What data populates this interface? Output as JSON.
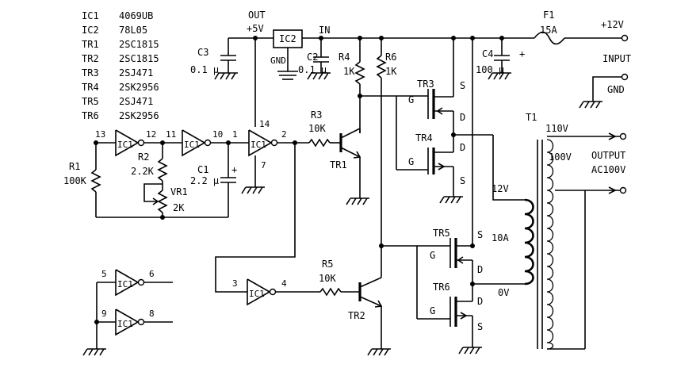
{
  "parts_list": [
    {
      "ref": "IC1",
      "part": "4069UB"
    },
    {
      "ref": "IC2",
      "part": "78L05"
    },
    {
      "ref": "TR1",
      "part": "2SC1815"
    },
    {
      "ref": "TR2",
      "part": "2SC1815"
    },
    {
      "ref": "TR3",
      "part": "2SJ471"
    },
    {
      "ref": "TR4",
      "part": "2SK2956"
    },
    {
      "ref": "TR5",
      "part": "2SJ471"
    },
    {
      "ref": "TR6",
      "part": "2SK2956"
    }
  ],
  "ic1_label": "IC1",
  "ic2": {
    "ref": "IC2",
    "out": "OUT",
    "v5": "+5V",
    "gnd": "GND",
    "in": "IN"
  },
  "pins": {
    "p13": "13",
    "p12": "12",
    "p11": "11",
    "p10": "10",
    "p1": "1",
    "p2": "2",
    "p14": "14",
    "p7": "7",
    "p3": "3",
    "p4": "4",
    "p5": "5",
    "p6": "6",
    "p9": "9",
    "p8": "8"
  },
  "components": {
    "c3": {
      "ref": "C3",
      "value": "0.1 μ"
    },
    "c2": {
      "ref": "C2",
      "value": "0.1 μ"
    },
    "c1": {
      "ref": "C1",
      "value": "2.2 μ"
    },
    "c4": {
      "ref": "C4",
      "value": "100 μ"
    },
    "r1": {
      "ref": "R1",
      "value": "100K"
    },
    "r2": {
      "ref": "R2",
      "value": "2.2K"
    },
    "r3": {
      "ref": "R3",
      "value": "10K"
    },
    "r4": {
      "ref": "R4",
      "value": "1K"
    },
    "r5": {
      "ref": "R5",
      "value": "10K"
    },
    "r6": {
      "ref": "R6",
      "value": "1K"
    },
    "vr1": {
      "ref": "VR1",
      "value": "2K"
    },
    "f1": {
      "ref": "F1",
      "value": "15A"
    },
    "t1": {
      "ref": "T1"
    }
  },
  "transistors": {
    "tr1": "TR1",
    "tr2": "TR2",
    "tr3": "TR3",
    "tr4": "TR4",
    "tr5": "TR5",
    "tr6": "TR6"
  },
  "fet_pins": {
    "g": "G",
    "s": "S",
    "d": "D"
  },
  "polarity_plus": "+",
  "terminals": {
    "v12": "+12V",
    "input": "INPUT",
    "gnd": "GND",
    "output": "OUTPUT",
    "ac100v": "AC100V"
  },
  "winding": {
    "v12": "12V",
    "a10": "10A",
    "v0": "0V",
    "v110": "110V",
    "v100": "100V"
  }
}
